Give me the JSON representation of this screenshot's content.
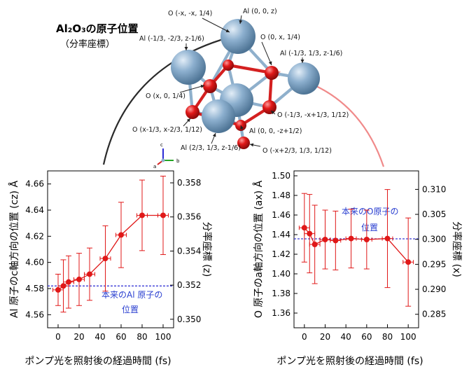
{
  "structure": {
    "title": "Al₂O₃の原子位置",
    "subtitle": "（分率座標）",
    "labels": [
      "O (-x, -x, 1/4)",
      "Al (0, 0, z)",
      "Al (-1/3, -2/3, z-1/6)",
      "O (0, x, 1/4)",
      "Al (-1/3, 1/3, z-1/6)",
      "O (x, 0, 1/4)",
      "O (-1/3, -x+1/3, 1/12)",
      "O (x-1/3, x-2/3, 1/12)",
      "Al (0, 0, -z+1/2)",
      "Al (2/3, 1/3, z-1/6)",
      "O (-x+2/3, 1/3, 1/12)"
    ],
    "axes": [
      "c",
      "a",
      "b"
    ],
    "colors": {
      "al_atom": "#86a9c8",
      "o_atom": "#e01818",
      "bond_al": "#8fb0cc",
      "bond_o": "#d42020",
      "arrow_dark": "#2a2a2a",
      "arrow_light": "#f08a8a"
    }
  },
  "chart_data": [
    {
      "type": "scatter",
      "xlabel": "ポンプ光を照射後の経過時間 (fs)",
      "ylabel": "Al 原子のc軸方向の位置 (cz) Å",
      "ylabel_right": "分率座標 (z)",
      "xlim": [
        -10,
        110
      ],
      "ylim": [
        4.55,
        4.67
      ],
      "ylim_right": [
        0.3495,
        0.3587
      ],
      "xticks": [
        "0",
        "20",
        "40",
        "60",
        "80",
        "100"
      ],
      "yticks": [
        "4.56",
        "4.58",
        "4.60",
        "4.62",
        "4.64",
        "4.66"
      ],
      "yticks_right": [
        "0.350",
        "0.352",
        "0.354",
        "0.356",
        "0.358"
      ],
      "reference": {
        "value": 4.586,
        "label": [
          "本来のAl 原子の",
          "位置"
        ]
      },
      "series": [
        {
          "x": [
            0,
            5,
            10,
            20,
            30,
            45,
            60,
            80,
            100
          ],
          "y": [
            4.579,
            4.582,
            4.585,
            4.587,
            4.591,
            4.603,
            4.621,
            4.636,
            4.636
          ],
          "yerr": [
            0.012,
            0.02,
            0.02,
            0.02,
            0.02,
            0.025,
            0.025,
            0.027,
            0.03
          ],
          "xerr": [
            5,
            5,
            5,
            5,
            5,
            5,
            5,
            5,
            5
          ]
        }
      ]
    },
    {
      "type": "scatter",
      "xlabel": "ポンプ光を照射後の経過時間 (fs)",
      "ylabel": "O 原子のa軸方向の位置 (ax) Å",
      "ylabel_right": "分率座標 (x)",
      "xlim": [
        -10,
        110
      ],
      "ylim": [
        1.345,
        1.505
      ],
      "ylim_right": [
        0.2823,
        0.3137
      ],
      "xticks": [
        "0",
        "20",
        "40",
        "60",
        "80",
        "100"
      ],
      "yticks": [
        "1.36",
        "1.38",
        "1.40",
        "1.42",
        "1.44",
        "1.46",
        "1.48",
        "1.50"
      ],
      "yticks_right": [
        "0.285",
        "0.290",
        "0.295",
        "0.300",
        "0.305",
        "0.310"
      ],
      "reference": {
        "value": 1.442,
        "label": [
          "本来のO原子の",
          "位置"
        ]
      },
      "series": [
        {
          "x": [
            0,
            5,
            10,
            20,
            30,
            45,
            60,
            80,
            100
          ],
          "y": [
            1.447,
            1.441,
            1.43,
            1.435,
            1.434,
            1.436,
            1.435,
            1.436,
            1.412
          ],
          "yerr": [
            0.035,
            0.04,
            0.04,
            0.03,
            0.03,
            0.03,
            0.03,
            0.05,
            0.045
          ],
          "xerr": [
            5,
            5,
            5,
            5,
            5,
            5,
            5,
            5,
            5
          ]
        }
      ]
    }
  ]
}
